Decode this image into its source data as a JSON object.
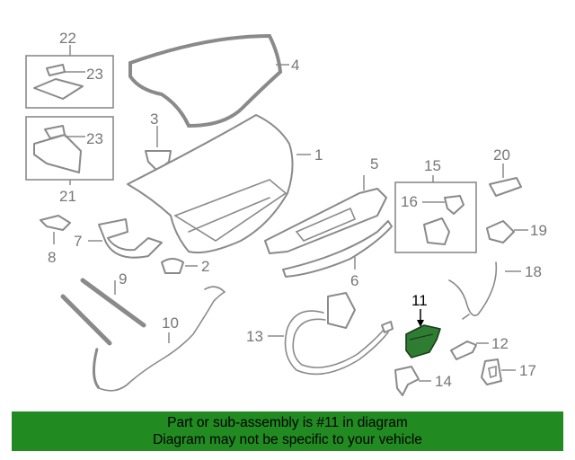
{
  "diagram": {
    "callouts": {
      "c1": "1",
      "c2": "2",
      "c3": "3",
      "c4": "4",
      "c5": "5",
      "c6": "6",
      "c7": "7",
      "c8": "8",
      "c9": "9",
      "c10": "10",
      "c11": "11",
      "c12": "12",
      "c13": "13",
      "c14": "14",
      "c15": "15",
      "c16": "16",
      "c17": "17",
      "c18": "18",
      "c19": "19",
      "c20": "20",
      "c21": "21",
      "c22": "22",
      "c23a": "23",
      "c23b": "23"
    },
    "highlighted_part": "11",
    "highlight_color": "#2e7d32"
  },
  "banner": {
    "line1": "Part or sub-assembly is #11 in diagram",
    "line2": "Diagram may not be specific to your vehicle",
    "background": "#218a21"
  }
}
